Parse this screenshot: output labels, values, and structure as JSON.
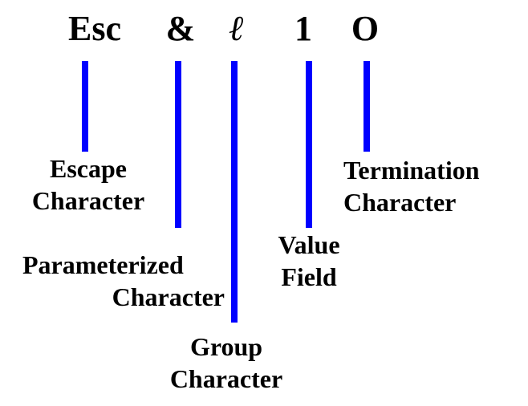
{
  "colors": {
    "connector": "#0000ff",
    "text": "#000000",
    "background": "#ffffff"
  },
  "sequence": [
    {
      "glyph": "Esc",
      "label_lines": [
        "Escape",
        "Character"
      ]
    },
    {
      "glyph": "&",
      "label_lines": [
        "Parameterized",
        "Character"
      ]
    },
    {
      "glyph": "ℓ",
      "label_lines": [
        "Group",
        "Character"
      ]
    },
    {
      "glyph": "1",
      "label_lines": [
        "Value",
        "Field"
      ]
    },
    {
      "glyph": "O",
      "label_lines": [
        "Termination",
        "Character"
      ]
    }
  ]
}
